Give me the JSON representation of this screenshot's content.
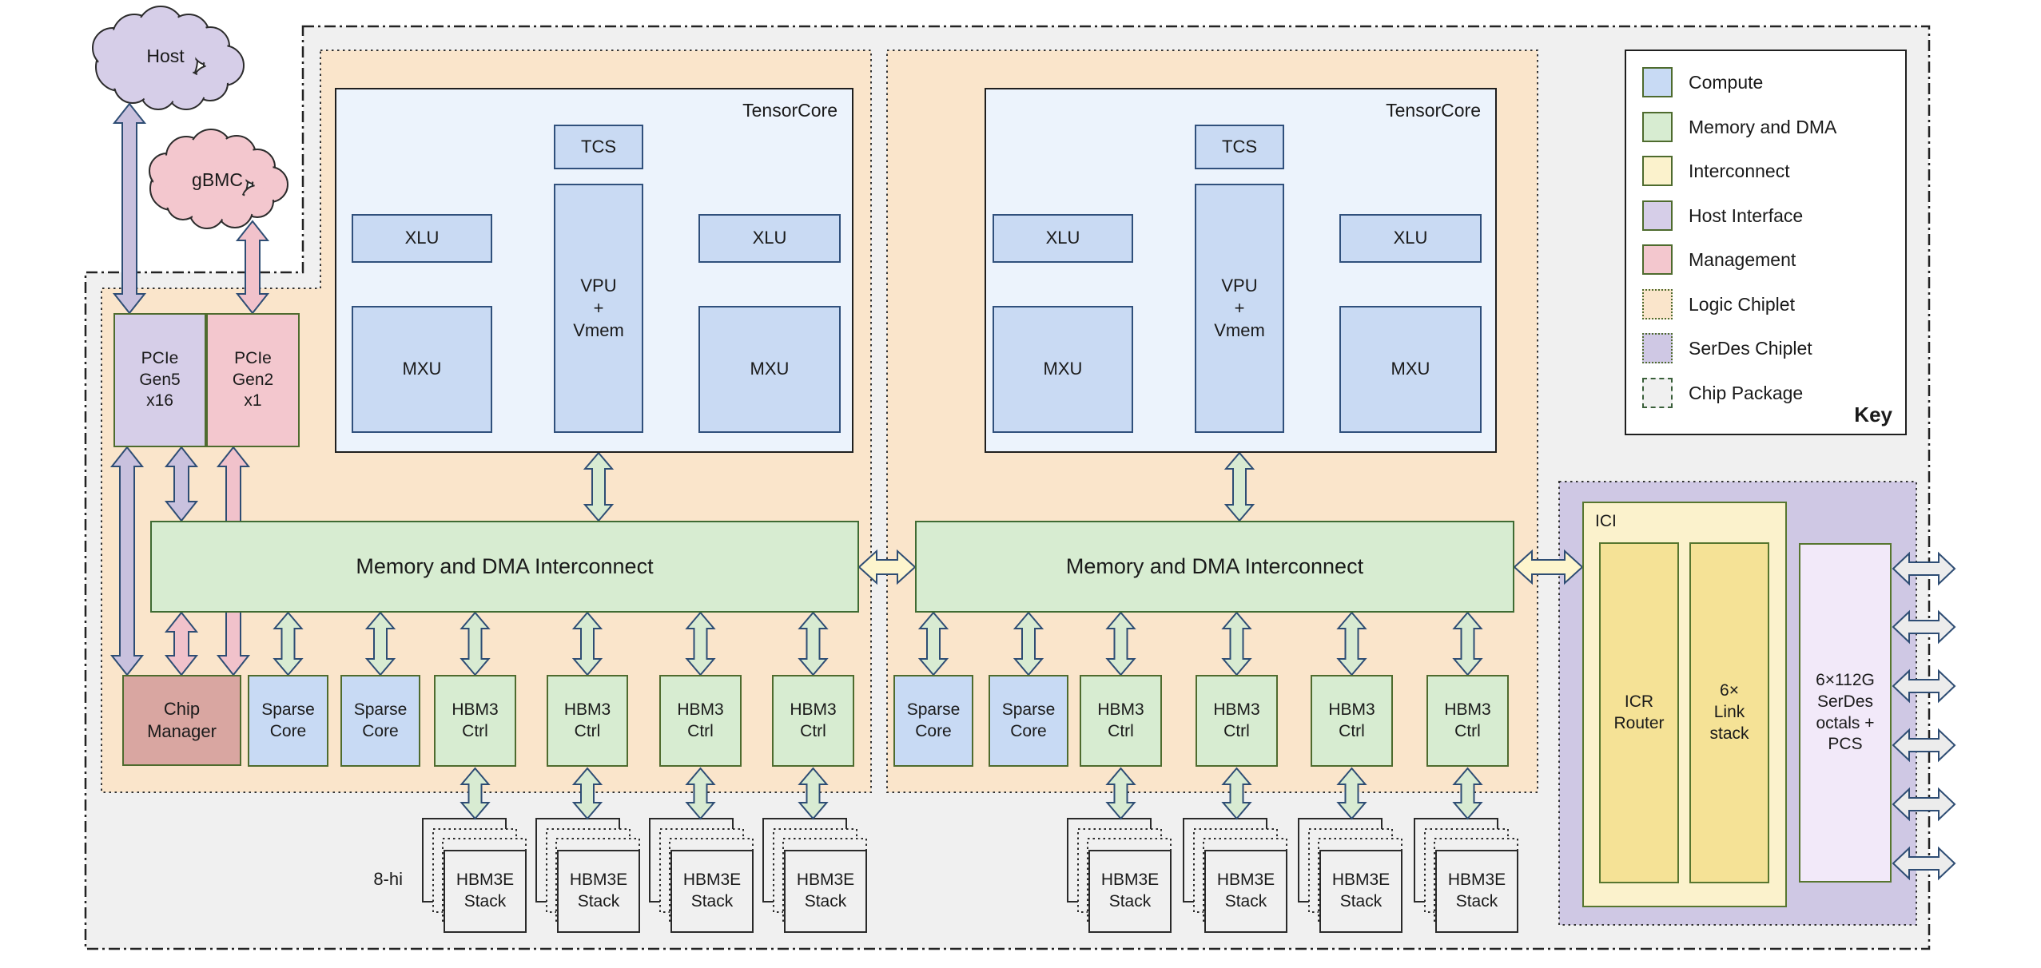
{
  "clouds": {
    "host": "Host",
    "gbmc": "gBMC"
  },
  "host_interface": {
    "pcie_gen5": "PCIe\nGen5\nx16",
    "pcie_gen2": "PCIe\nGen2\nx1"
  },
  "tensorcore": {
    "title": "TensorCore",
    "tcs": "TCS",
    "xlu": "XLU",
    "vpu": "VPU\n+\nVmem",
    "mxu": "MXU"
  },
  "interconnect_label": "Memory and DMA Interconnect",
  "management": {
    "chip_manager": "Chip\nManager"
  },
  "compute": {
    "sparse_core": "Sparse\nCore"
  },
  "memory": {
    "hbm3_ctrl": "HBM3\nCtrl",
    "hbm3e_stack": "HBM3E\nStack",
    "stack_height": "8-hi"
  },
  "ici": {
    "title": "ICI",
    "icr_router": "ICR\nRouter",
    "link_stack": "6×\nLink\nstack"
  },
  "serdes": {
    "label": "6×112G\nSerDes\noctals +\nPCS"
  },
  "legend": {
    "title": "Key",
    "items": [
      {
        "label": "Compute",
        "color": "#c8daf4",
        "border": "solid"
      },
      {
        "label": "Memory and DMA",
        "color": "#d7ecd1",
        "border": "solid"
      },
      {
        "label": "Interconnect",
        "color": "#fbf2cc",
        "border": "solid"
      },
      {
        "label": "Host Interface",
        "color": "#d6cee8",
        "border": "solid"
      },
      {
        "label": "Management",
        "color": "#f3c7ce",
        "border": "solid"
      },
      {
        "label": "Logic Chiplet",
        "color": "#fae5cb",
        "border": "dotted"
      },
      {
        "label": "SerDes Chiplet",
        "color": "#cfc8e4",
        "border": "dotted"
      },
      {
        "label": "Chip Package",
        "color": "#f0f0f0",
        "border": "dashdot"
      }
    ]
  },
  "colors": {
    "compute": "#c8daf4",
    "memory_dma": "#d7ecd1",
    "interconnect": "#fbf2cc",
    "host_interface": "#d6cee8",
    "management": "#f3c7ce",
    "logic_chiplet": "#fae5cb",
    "serdes_chiplet": "#cfc8e4",
    "chip_package": "#f0f0f0",
    "tensorcore_bg": "#ecf3fc",
    "tensorcore_block": "#c9daf3",
    "chip_manager": "#d9a6a1",
    "ici_inner": "#f5e296",
    "serdes_block": "#f2e9f9",
    "arrow_outline": "#2e4d74",
    "arrow_purple": "#c9c1de",
    "arrow_pink": "#f1c2cb",
    "arrow_green": "#d8ebd2",
    "arrow_yellow": "#fdf5cd",
    "arrow_gray": "#ececec",
    "arrow_blue": "#ccdcf4"
  }
}
